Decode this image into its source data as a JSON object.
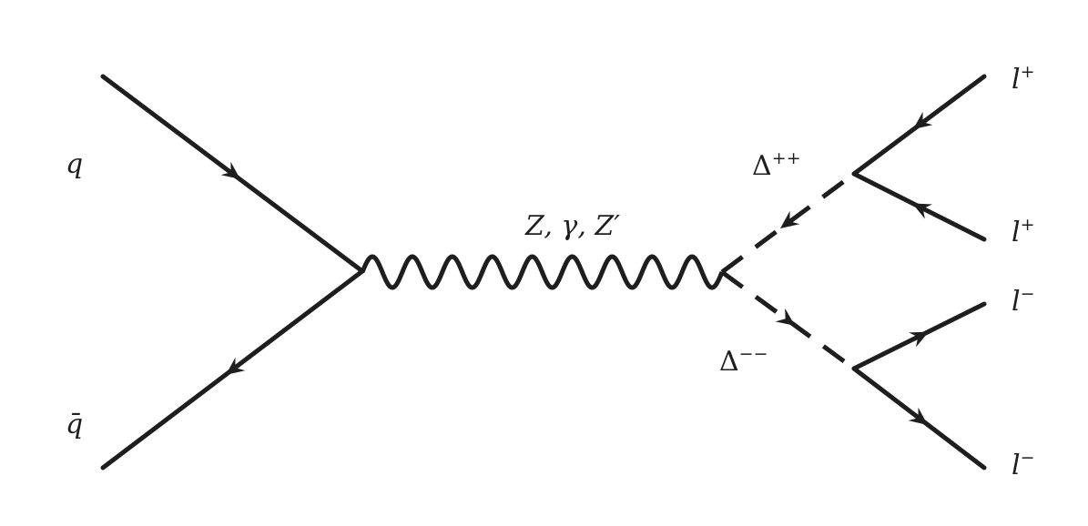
{
  "labels": {
    "q": "q",
    "qbar": "q̄",
    "boson": "Z, γ, Z′",
    "delta_pp_base": "Δ",
    "delta_pp_charge": "++",
    "delta_mm_base": "Δ",
    "delta_mm_charge": "−−",
    "lep_plus_1_base": "l",
    "lep_plus_1_charge": "+",
    "lep_plus_2_base": "l",
    "lep_plus_2_charge": "+",
    "lep_minus_1_base": "l",
    "lep_minus_1_charge": "−",
    "lep_minus_2_base": "l",
    "lep_minus_2_charge": "−"
  },
  "colors": {
    "ink": "#1e1e1e",
    "background": "#ffffff"
  }
}
